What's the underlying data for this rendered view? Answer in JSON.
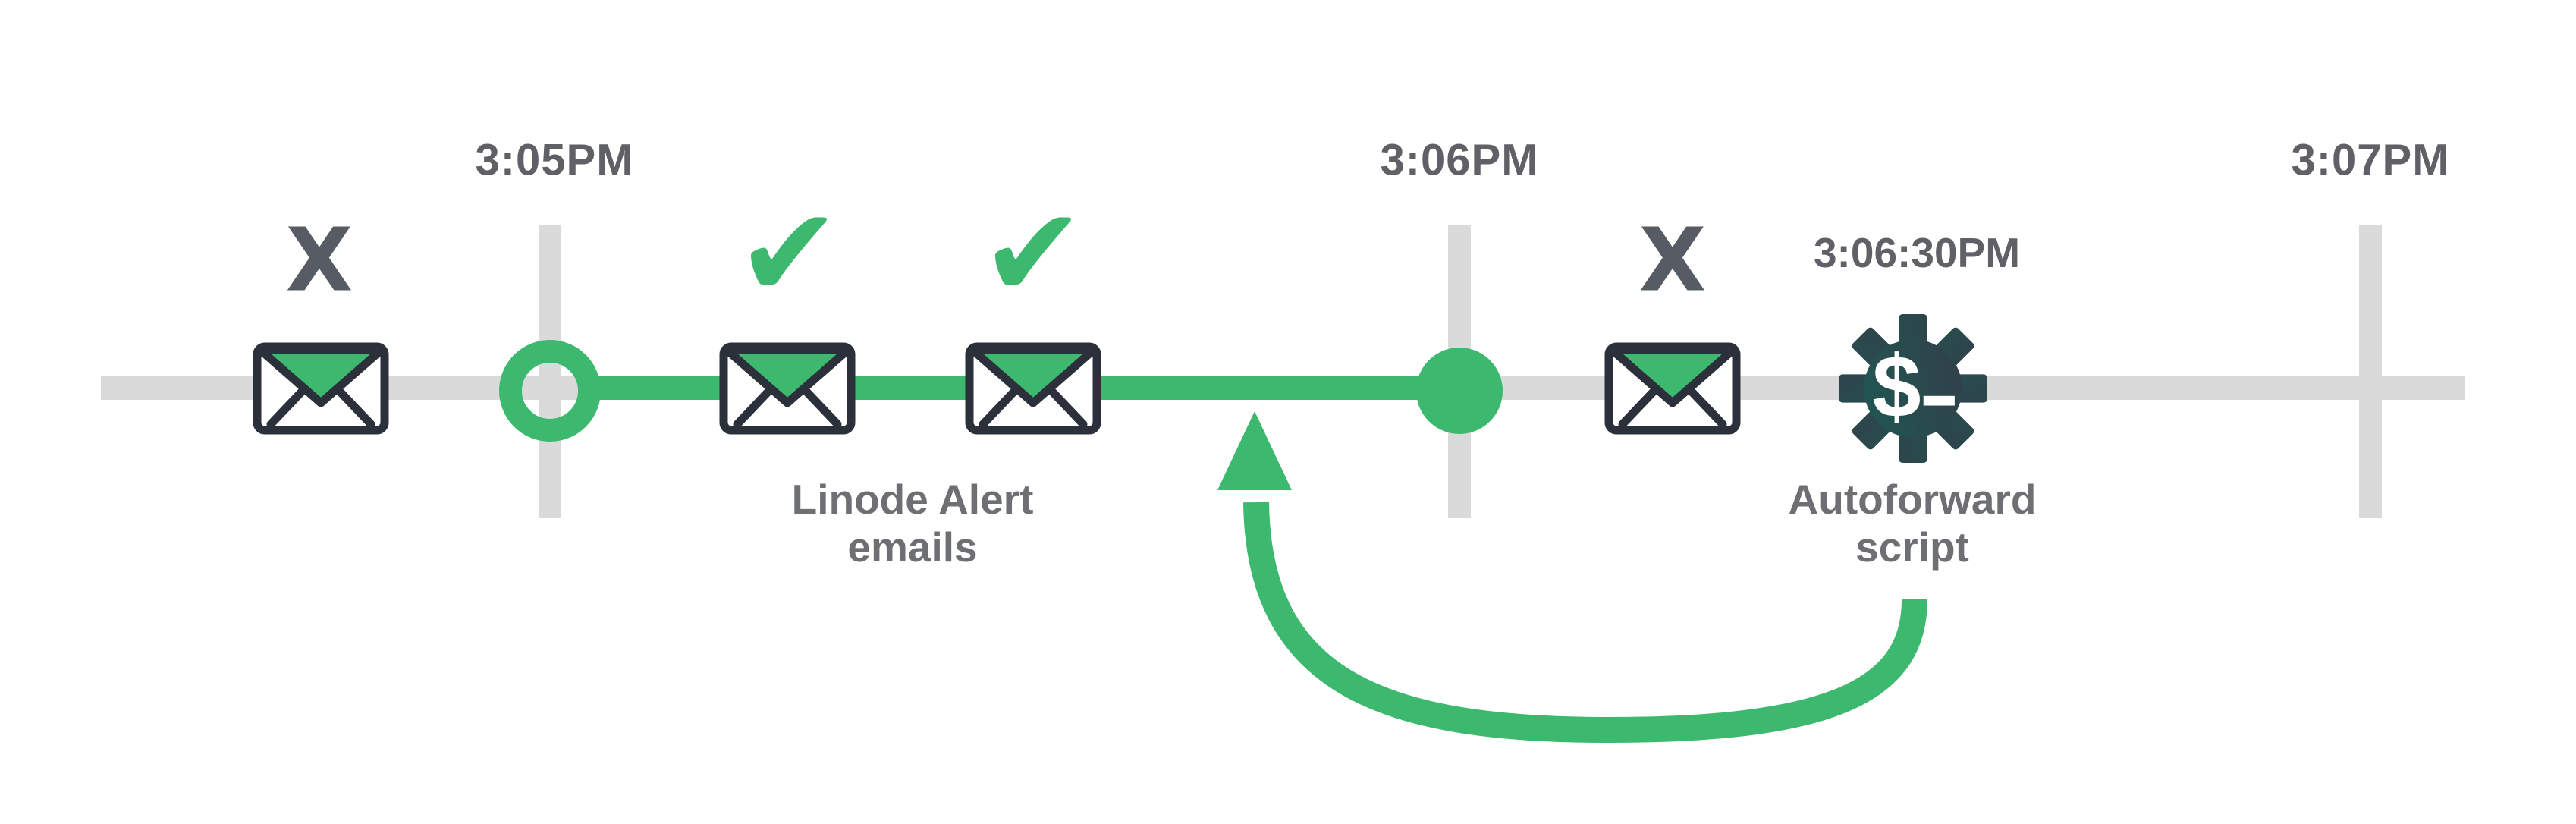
{
  "colors": {
    "green": "#3CB96E",
    "line_gray": "#DADADA",
    "dark_outline": "#2B303B",
    "time_text": "#606166",
    "label_text": "#6E6F72",
    "x_mark": "#575B63",
    "gear_teal": "#1E5A55",
    "gear_slate": "#343D47"
  },
  "timeline": {
    "ticks": [
      {
        "label": "3:05PM"
      },
      {
        "label": "3:06PM"
      },
      {
        "label": "3:07PM"
      }
    ]
  },
  "marks": {
    "cross": "X",
    "check": "✔"
  },
  "alert_emails": {
    "label_line1": "Linode Alert",
    "label_line2": "emails"
  },
  "autoforward": {
    "time": "3:06:30PM",
    "label_line1": "Autoforward",
    "label_line2": "script",
    "prompt_symbol": "$"
  },
  "events": [
    {
      "name": "email-before-window",
      "status": "missed"
    },
    {
      "name": "alert-email-1",
      "status": "delivered"
    },
    {
      "name": "alert-email-2",
      "status": "delivered"
    },
    {
      "name": "email-after-window",
      "status": "missed"
    }
  ]
}
